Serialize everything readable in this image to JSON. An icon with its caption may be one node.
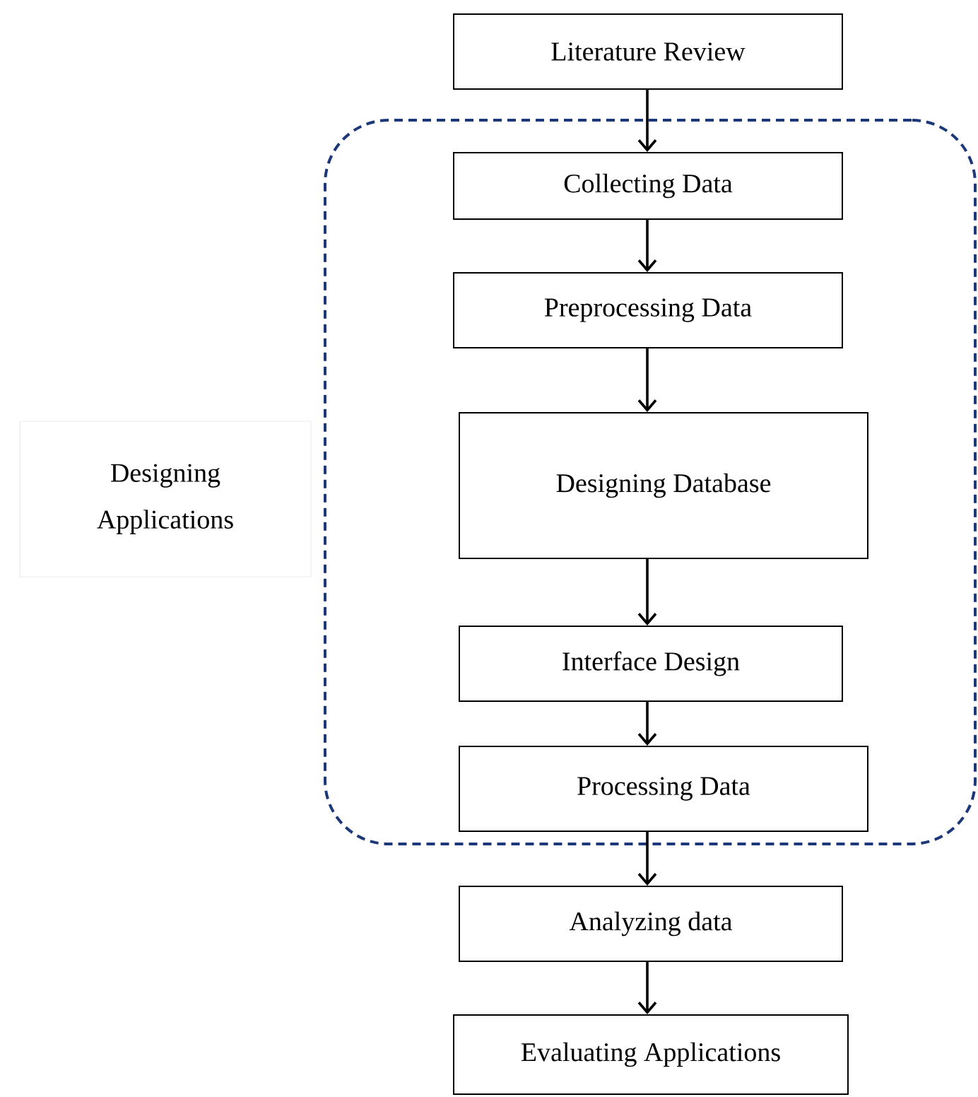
{
  "diagram": {
    "nodes": [
      {
        "text": [
          "Literature Review"
        ]
      },
      {
        "text": [
          "Designing Applications"
        ]
      },
      {
        "text": [],
        "shape": "box"
      },
      {
        "text": [
          "Collecting Data"
        ],
        "in": 2
      },
      {
        "text": [
          "Preprocessing Data"
        ],
        "in": 2
      },
      {
        "text": [
          "Designing Database"
        ],
        "in": 2
      },
      {
        "text": [
          "Interface Design"
        ],
        "in": 2
      },
      {
        "text": [
          "Processing Data"
        ],
        "in": 2
      },
      {
        "text": [
          "Analyzing data"
        ]
      },
      {
        "text": [
          "Evaluating Applications"
        ]
      }
    ],
    "edges": [
      {
        "from": 0,
        "to": 3,
        "arrow": "to"
      },
      {
        "from": 3,
        "to": 4,
        "arrow": "to"
      },
      {
        "from": 4,
        "to": 5,
        "arrow": "to"
      },
      {
        "from": 5,
        "to": 6,
        "arrow": "to"
      },
      {
        "from": 6,
        "to": 7,
        "arrow": "to"
      },
      {
        "from": 7,
        "to": 8,
        "arrow": "to"
      },
      {
        "from": 8,
        "to": 9,
        "arrow": "to"
      }
    ]
  }
}
